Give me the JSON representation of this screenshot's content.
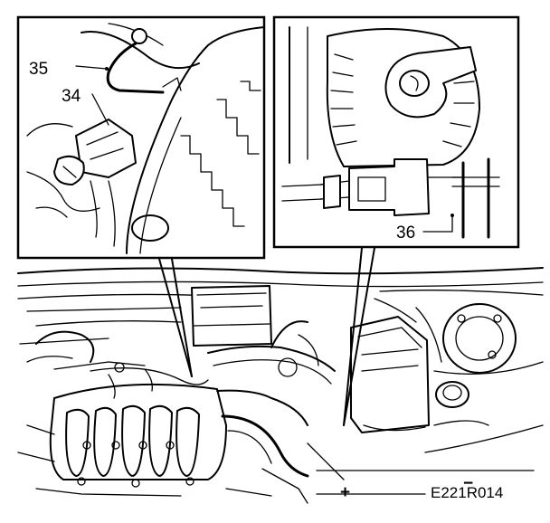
{
  "callouts": {
    "c35": "35",
    "c34": "34",
    "c36": "36"
  },
  "figure_code": "E221R014",
  "battery_plus": "+",
  "battery_minus": "−"
}
